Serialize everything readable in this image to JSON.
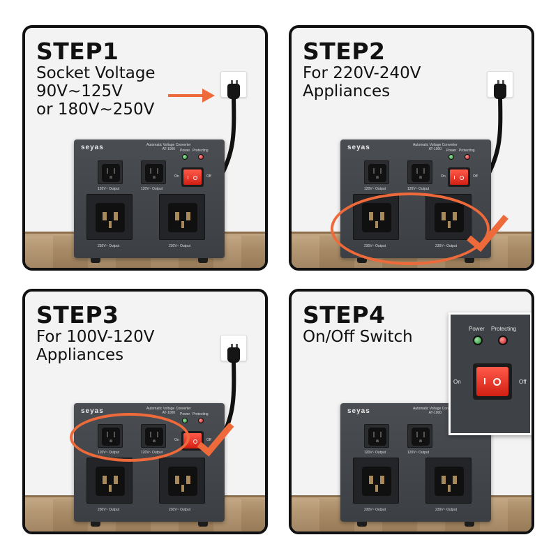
{
  "steps": [
    {
      "title": "STEP1",
      "lines": [
        "Socket Voltage",
        "90V~125V",
        "or 180V~250V"
      ]
    },
    {
      "title": "STEP2",
      "lines": [
        "For 220V-240V",
        "Appliances"
      ]
    },
    {
      "title": "STEP3",
      "lines": [
        "For 100V-120V",
        "Appliances"
      ]
    },
    {
      "title": "STEP4",
      "lines": [
        "On/Off Switch"
      ]
    }
  ],
  "device": {
    "brand": "seyas",
    "subtitle_1": "Automatic Voltage Converter",
    "subtitle_2": "AT-1000",
    "power_label": "Power",
    "protecting_label": "Protecting",
    "on_label": "On",
    "off_label": "Off",
    "us_outlet_label": "120V~ Output",
    "uni_outlet_label": "230V~ Output"
  },
  "colors": {
    "highlight": "#ee6a3a",
    "device_body": "#3e4146",
    "switch": "#d21f14"
  },
  "icons": [
    "arrow-icon",
    "check-icon",
    "highlight-ellipse"
  ]
}
